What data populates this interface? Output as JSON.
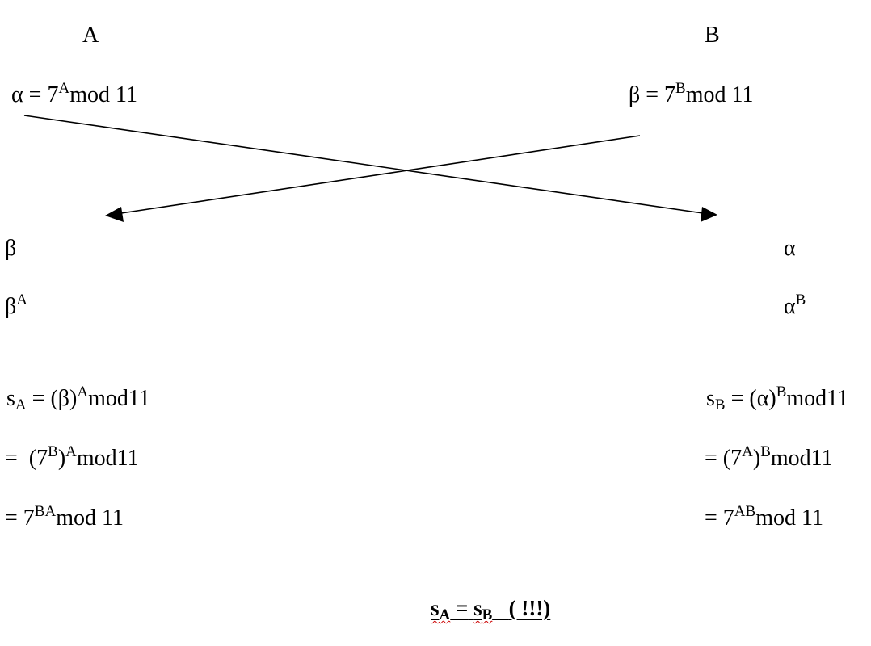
{
  "party_a": {
    "name": "A",
    "public_lhs": "α",
    "public_base": "7",
    "public_exp": "A",
    "public_mod": "mod 11",
    "received": "β",
    "received_pow_base": "β",
    "received_pow_exp": "A",
    "secret_s": "s",
    "secret_sub": "A",
    "secret_expr_1": "(β)",
    "secret_expr_1_exp": "A",
    "secret_expr_1_mod": "mod11",
    "step2_inner_base": "(7",
    "step2_inner_exp": "B",
    "step2_close": ")",
    "step2_outer_exp": "A",
    "step2_mod": "mod11",
    "step3_base": "7",
    "step3_exp": "BA",
    "step3_mod": "mod 11"
  },
  "party_b": {
    "name": "B",
    "public_lhs": "β",
    "public_base": "7",
    "public_exp": "B",
    "public_mod": "mod 11",
    "received": "α",
    "received_pow_base": "α",
    "received_pow_exp": "B",
    "secret_s": "s",
    "secret_sub": "B",
    "secret_expr_1": "(α)",
    "secret_expr_1_exp": "B",
    "secret_expr_1_mod": "mod11",
    "step2_inner_base": "(7",
    "step2_inner_exp": "A",
    "step2_close": ")",
    "step2_outer_exp": "B",
    "step2_mod": "mod11",
    "step3_base": "7",
    "step3_exp": "AB",
    "step3_mod": "mod 11"
  },
  "symbols": {
    "equals": "=",
    "exclaim": "( !!!)"
  },
  "colors": {
    "text": "#000000",
    "spellcheck": "#cc0000"
  }
}
